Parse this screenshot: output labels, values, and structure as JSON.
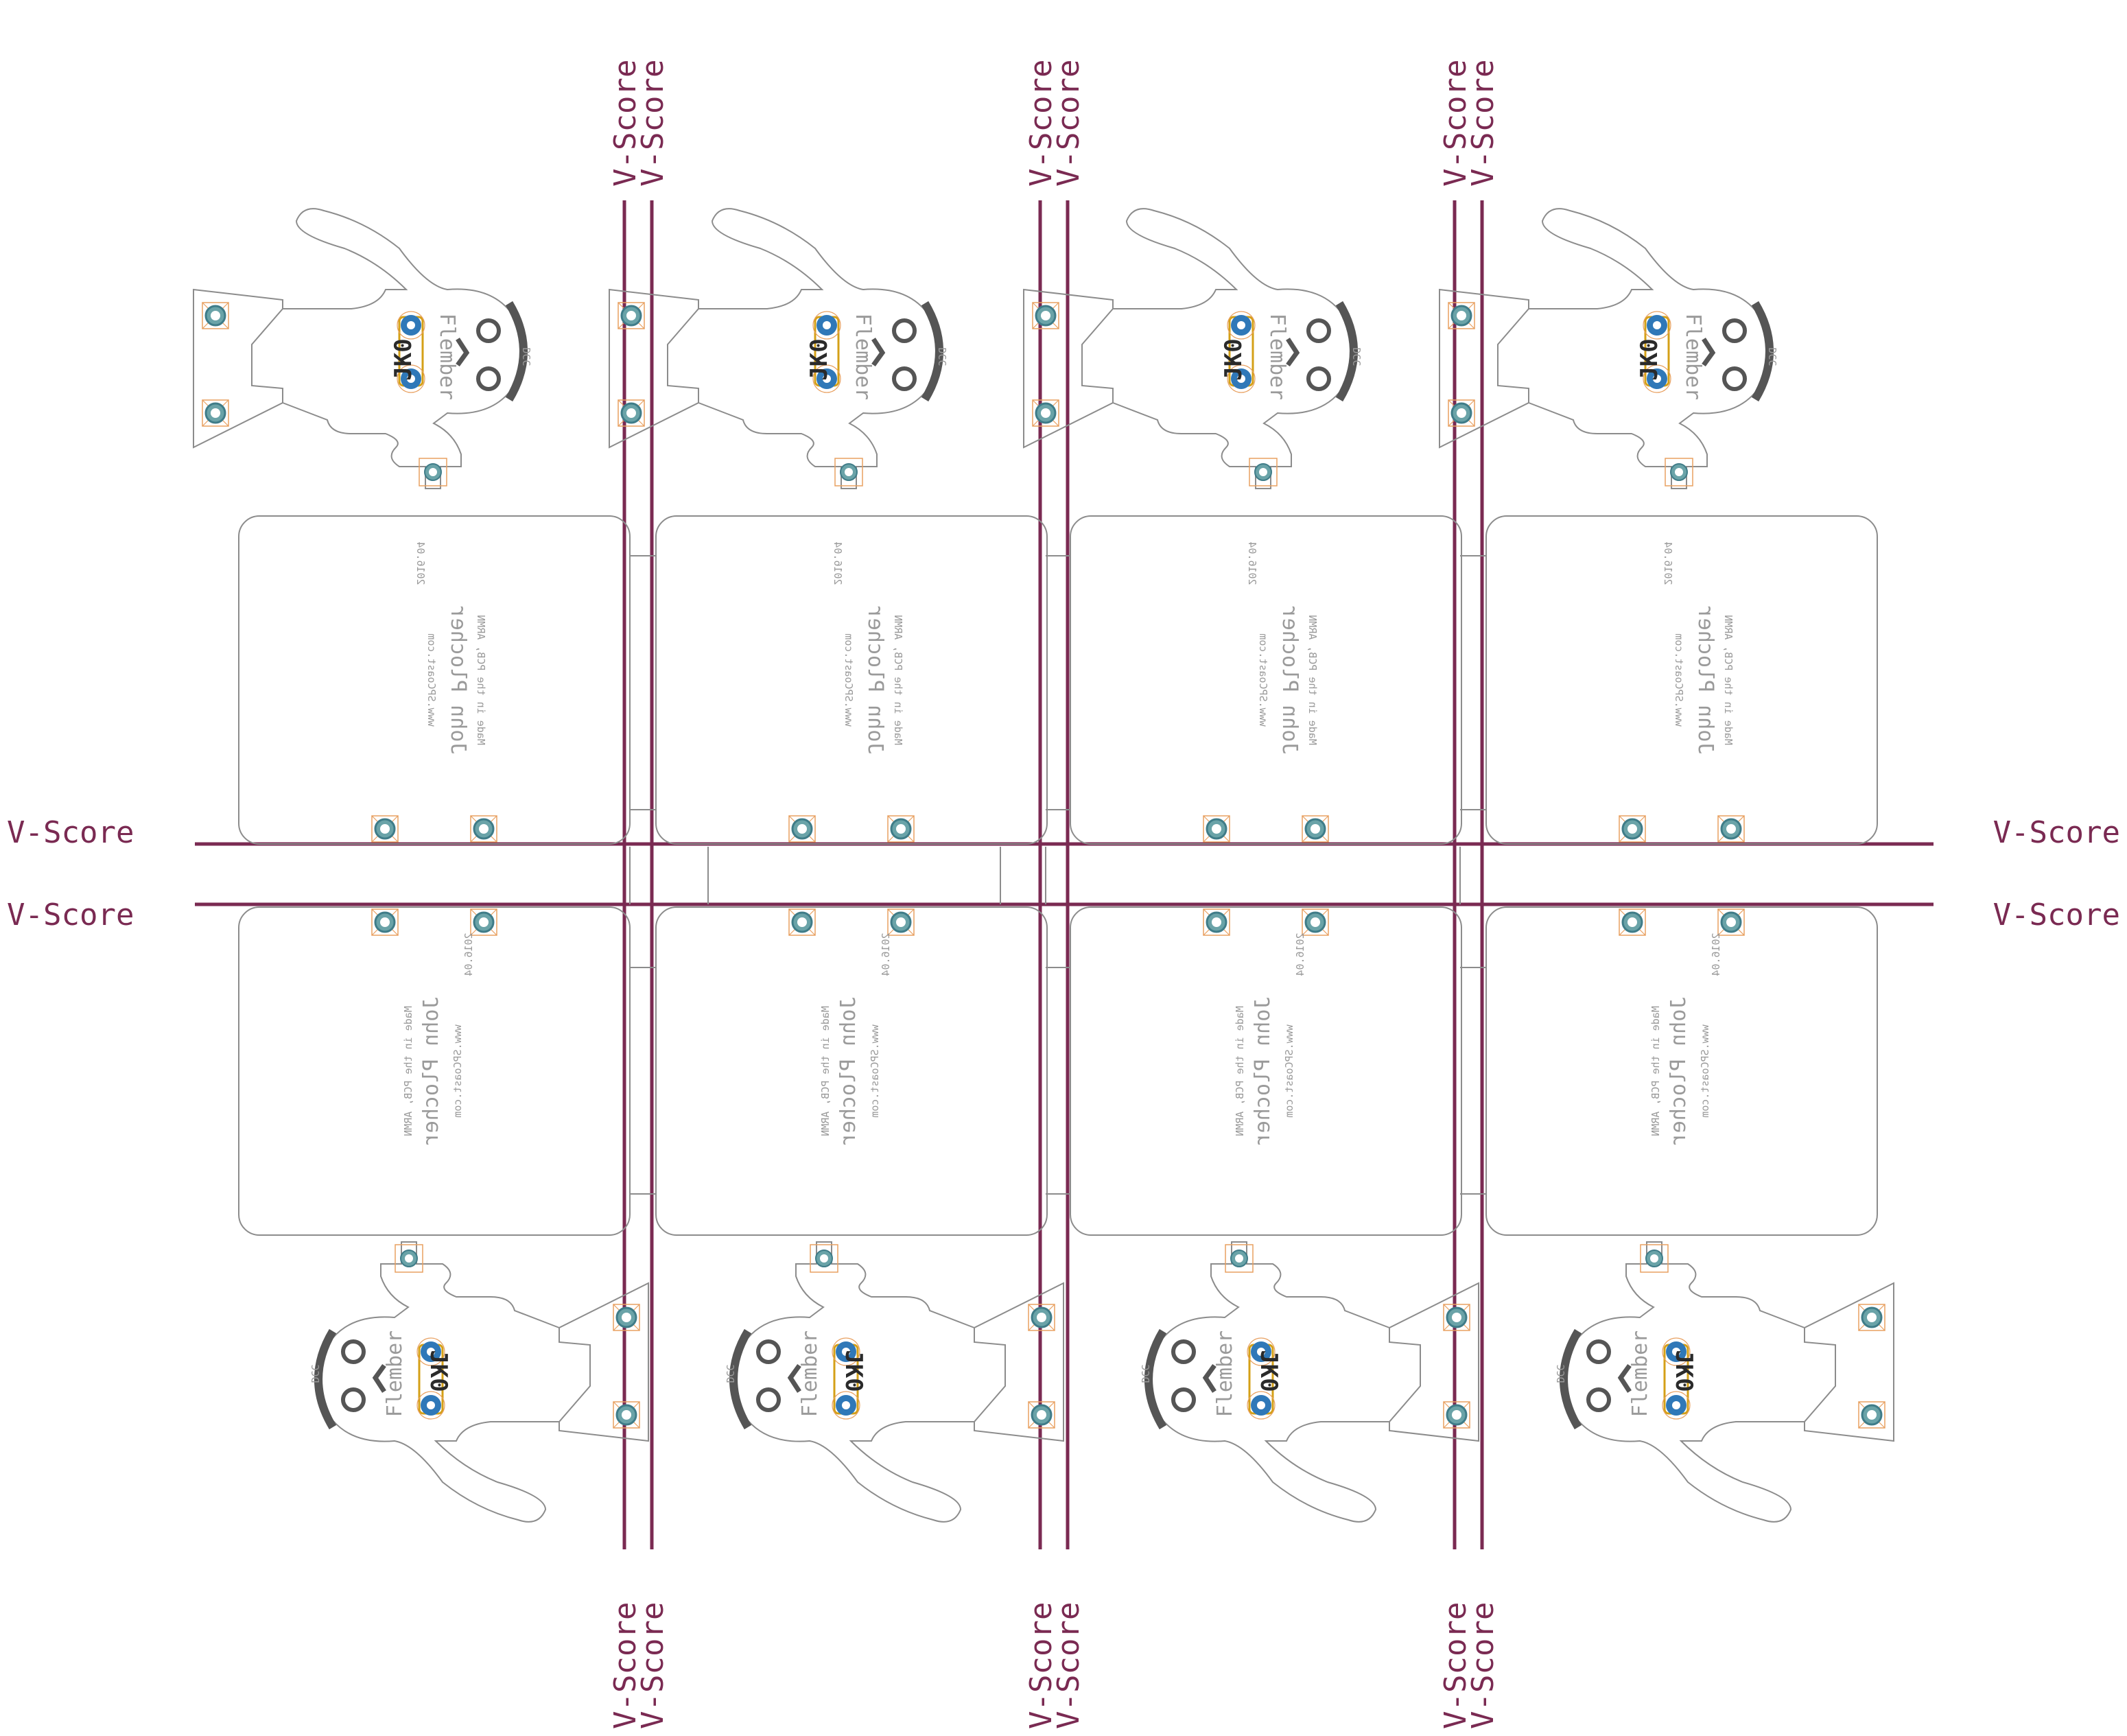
{
  "score_label": "V-Score",
  "colors": {
    "vscore": "#7a2a52",
    "outline": "#8c8c8c",
    "pad_fill": "#6aa3a8",
    "pad_ring": "#3f7c88",
    "pad_keepout": "#e8a060",
    "tht_fill": "#2f78b8",
    "part_outline": "#d4a017",
    "face": "#555555"
  },
  "doll": {
    "part_label": "JK0",
    "dcc_label": "DCC",
    "name_label": "Flember",
    "date_label": "2016.04",
    "author_line": "John Plocher",
    "made_line": "Made in the PCB, ARMN",
    "url_line": "www.SPCoast.com"
  },
  "icons": {
    "pad": "test-pad-icon",
    "tht": "through-hole-pad-icon"
  }
}
